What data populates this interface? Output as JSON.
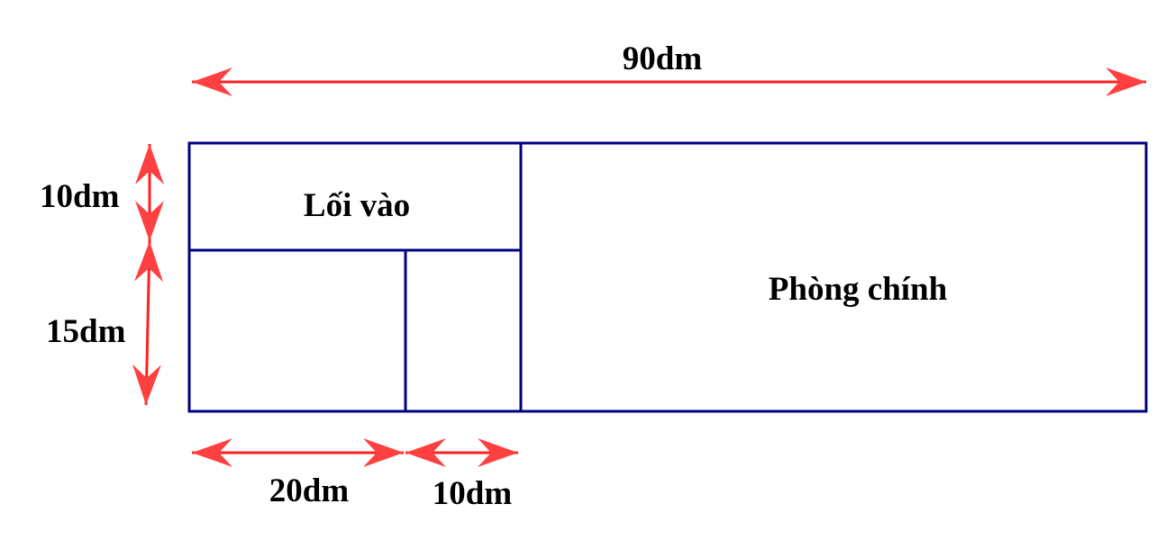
{
  "labels": {
    "total_width": "90dm",
    "entrance_height": "10dm",
    "lower_height": "15dm",
    "left_room_width": "20dm",
    "right_room_width": "10dm",
    "entrance": "Lối vào",
    "main_room": "Phòng chính"
  },
  "colors": {
    "walls": "#000080",
    "dimension": "#ff2020",
    "arrowhead": "#ff4040"
  }
}
